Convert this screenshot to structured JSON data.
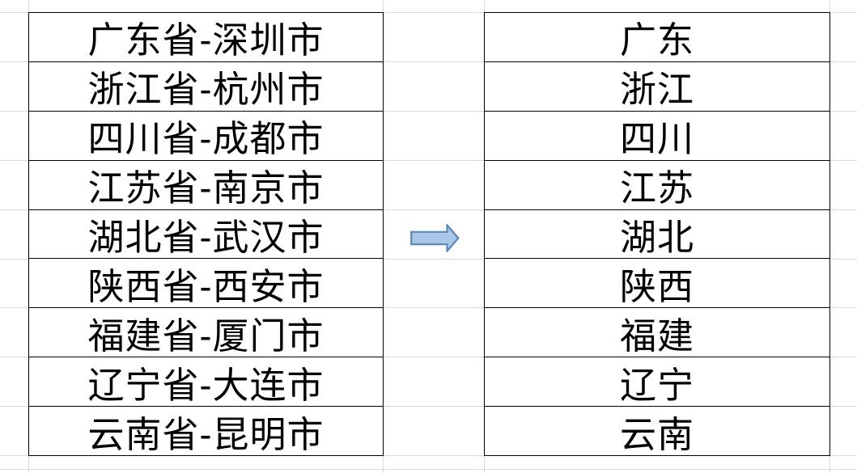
{
  "tables": {
    "source": {
      "rows": [
        "广东省-深圳市",
        "浙江省-杭州市",
        "四川省-成都市",
        "江苏省-南京市",
        "湖北省-武汉市",
        "陕西省-西安市",
        "福建省-厦门市",
        "辽宁省-大连市",
        "云南省-昆明市"
      ]
    },
    "result": {
      "rows": [
        "广东",
        "浙江",
        "四川",
        "江苏",
        "湖北",
        "陕西",
        "福建",
        "辽宁",
        "云南"
      ]
    }
  },
  "arrow": {
    "icon": "right-arrow-icon",
    "fill": "#A9C5E8",
    "stroke": "#5B87B5"
  },
  "colors": {
    "table_border": "#000000",
    "gridline": "#D9D9D9",
    "text_color": "#000000",
    "background": "#FFFFFF"
  }
}
